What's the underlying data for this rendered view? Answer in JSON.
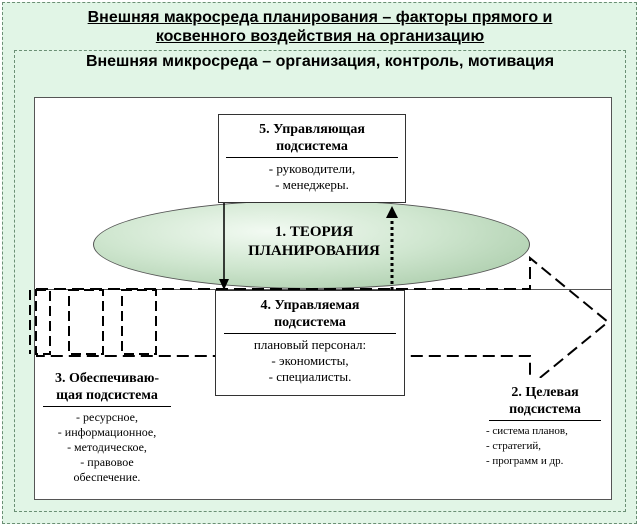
{
  "title_main_line1": "Внешняя макросреда планирования – факторы прямого и",
  "title_main_line2": "косвенного воздействия на организацию",
  "title_micro": "Внешняя микросреда – организация, контроль, мотивация",
  "theory_line1": "1. ТЕОРИЯ",
  "theory_line2": "ПЛАНИРОВАНИЯ",
  "box5": {
    "head1": "5. Управляющая",
    "head2": "подсистема",
    "items": [
      "- руководители,",
      "- менеджеры."
    ]
  },
  "box4": {
    "head1": "4. Управляемая",
    "head2": "подсистема",
    "items": [
      "плановый персонал:",
      "- экономисты,",
      "- специалисты."
    ]
  },
  "box3": {
    "head1": "3. Обеспечиваю-",
    "head2": "щая подсистема",
    "items": [
      "- ресурсное,",
      "- информационное,",
      "- методическое,",
      "- правовое",
      "обеспечение."
    ]
  },
  "box2": {
    "head1": "2. Целевая",
    "head2": "подсистема",
    "items": [
      "- система планов,",
      "- стратегий,",
      "- программ и др."
    ]
  },
  "colors": {
    "background": "#e1f5e6",
    "ellipse": "#9fc49f"
  }
}
